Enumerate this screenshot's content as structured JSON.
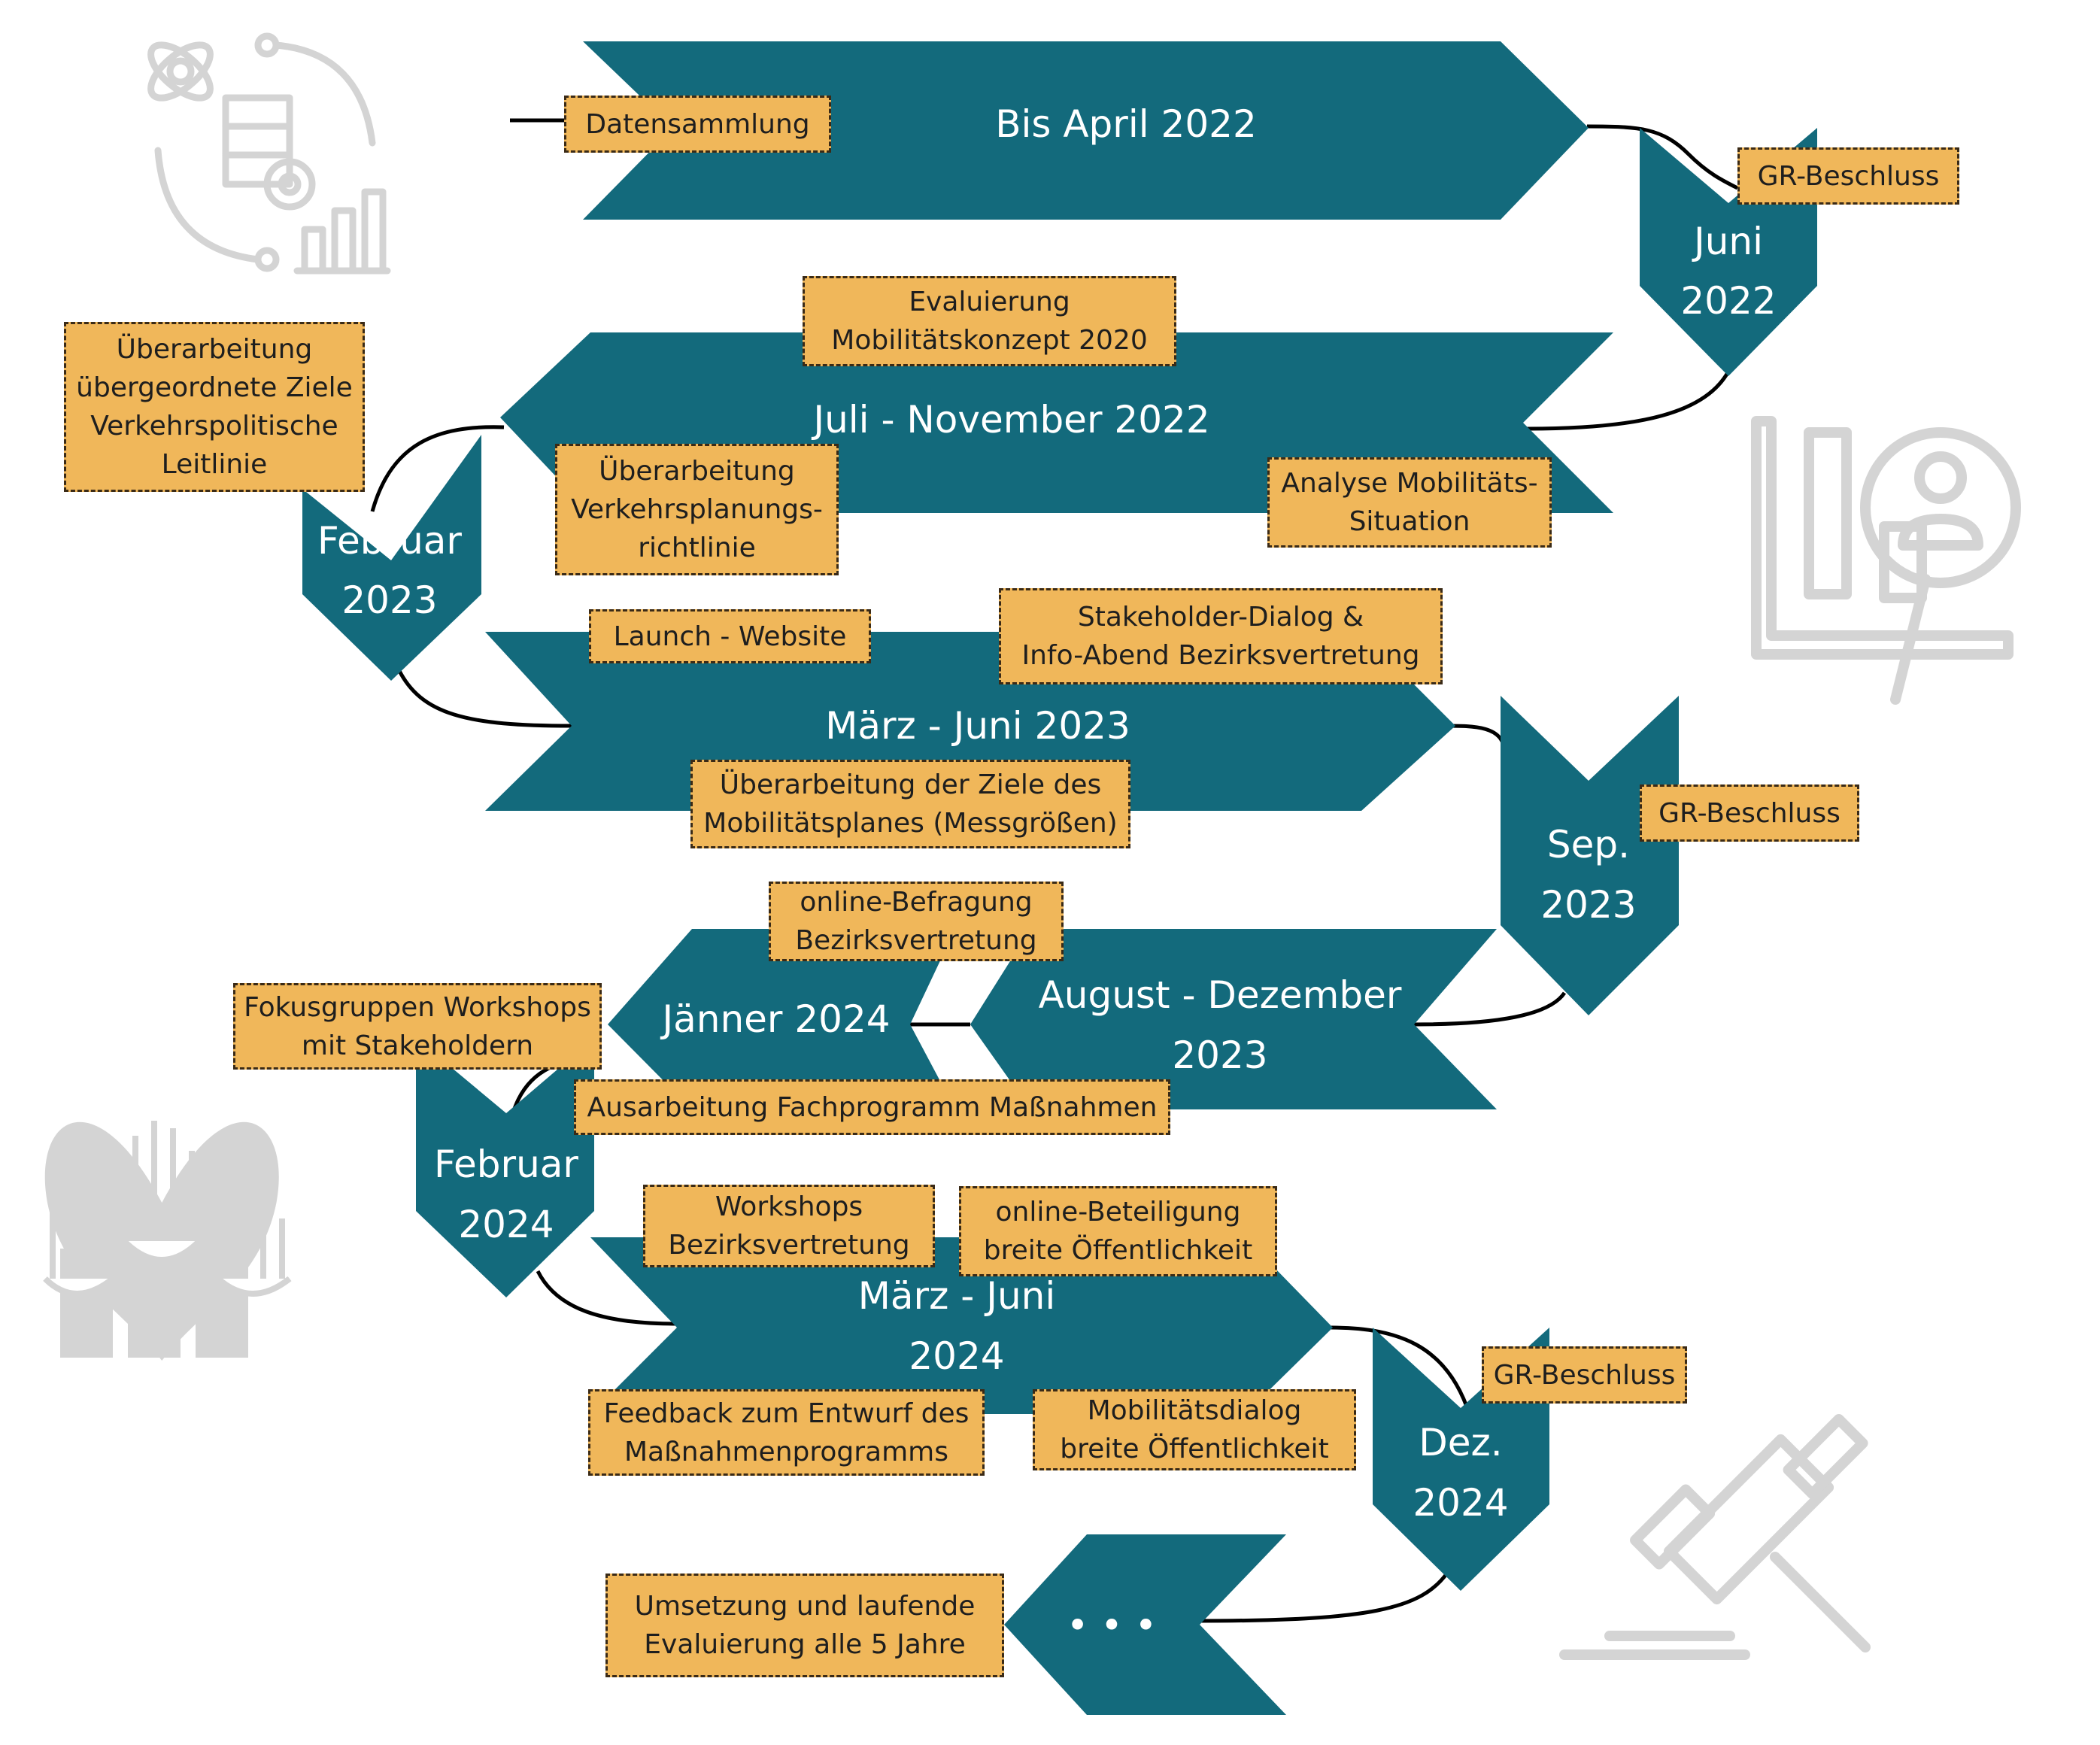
{
  "colors": {
    "arrow": "#136a7c",
    "note_fill": "#f0b75a",
    "note_border": "#3a2a16",
    "connector": "#000000",
    "icon_grey": "#d4d4d4"
  },
  "phases": {
    "p1": "Bis April 2022",
    "p2_line1": "Juni",
    "p2_line2": "2022",
    "p3": "Juli - November 2022",
    "p4_line1": "Februar",
    "p4_line2": "2023",
    "p5": "März - Juni 2023",
    "p6_line1": "Sep.",
    "p6_line2": "2023",
    "p7_line1": "August - Dezember",
    "p7_line2": "2023",
    "p8": "Jänner 2024",
    "p9_line1": "Februar",
    "p9_line2": "2024",
    "p10_line1": "März - Juni",
    "p10_line2": "2024",
    "p11_line1": "Dez.",
    "p11_line2": "2024",
    "p12": "• • •"
  },
  "notes": {
    "datensammlung": "Datensammlung",
    "gr_beschluss_1": "GR-Beschluss",
    "evaluierung": "Evaluierung\nMobilitätskonzept 2020",
    "ueberarbeitung_ziele": "Überarbeitung\nübergeordnete Ziele\nVerkehrspolitische\nLeitlinie",
    "verkehrsplanung": "Überarbeitung\nVerkehrsplanungs-\nrichtlinie",
    "analyse": "Analyse Mobilitäts-\nSituation",
    "launch_website": "Launch - Website",
    "stakeholder_dialog": "Stakeholder-Dialog &\nInfo-Abend Bezirksvertretung",
    "ziele_messgroessen": "Überarbeitung der Ziele des\nMobilitätsplanes (Messgrößen)",
    "gr_beschluss_2": "GR-Beschluss",
    "online_befragung": "online-Befragung\nBezirksvertretung",
    "fokusgruppen": "Fokusgruppen Workshops\nmit Stakeholdern",
    "fachprogramm": "Ausarbeitung Fachprogramm Maßnahmen",
    "workshops_bv": "Workshops\nBezirksvertretung",
    "online_beteiligung": "online-Beteiligung\nbreite Öffentlichkeit",
    "feedback": "Feedback zum Entwurf des\nMaßnahmenprogramms",
    "mobilitaetsdialog": "Mobilitätsdialog\nbreite Öffentlichkeit",
    "gr_beschluss_3": "GR-Beschluss",
    "umsetzung": "Umsetzung und laufende\nEvaluierung alle 5 Jahre"
  },
  "icons": [
    "data-analytics-icon",
    "user-search-chart-icon",
    "raised-hands-heart-icon",
    "gavel-icon"
  ]
}
